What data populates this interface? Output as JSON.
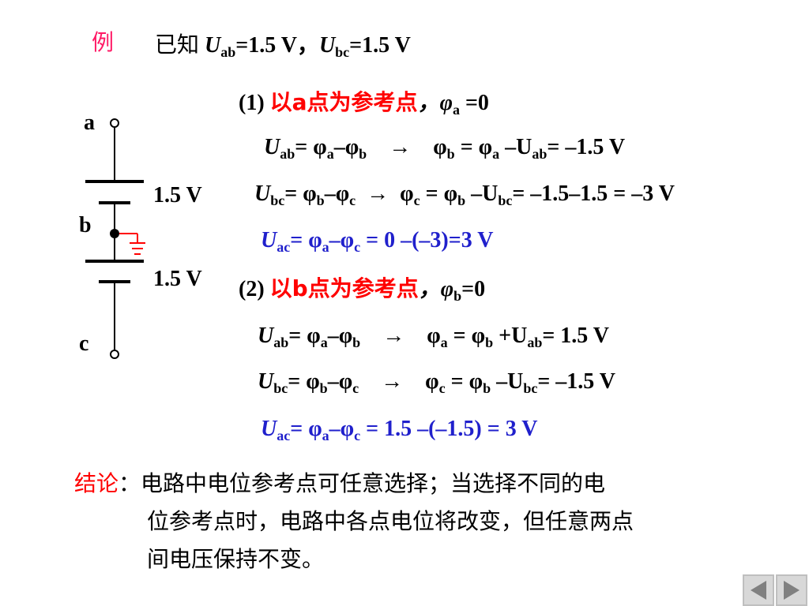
{
  "example_label": "例",
  "given": {
    "prefix": "已知",
    "U": "U",
    "ab": "ab",
    "v1": "=1.5 V，",
    "bc": "bc",
    "v2": "=1.5 V"
  },
  "circuit": {
    "node_a": "a",
    "node_b": "b",
    "node_c": "c",
    "v_top": "1.5 V",
    "v_bottom": "1.5 V"
  },
  "case1": {
    "num": "(1)",
    "title": "以a点为参考点",
    "cond": "，φ",
    "cond_sub": "a",
    "cond_val": " =0",
    "l1": [
      "U",
      "ab",
      "= φ",
      "a",
      "–φ",
      "b",
      "    →    φ",
      "b",
      " = φ",
      "a",
      " –U",
      "ab",
      "= –1.5 V"
    ],
    "l2": [
      "U",
      "bc",
      "= φ",
      "b",
      "–φ",
      "c",
      "  →  φ",
      "c",
      " = φ",
      "b",
      " –U",
      "bc",
      "= –1.5–1.5 = –3 V"
    ],
    "l3": [
      "U",
      "ac",
      "= φ",
      "a",
      "–φ",
      "c",
      " = 0 –(–3)=3 V"
    ]
  },
  "case2": {
    "num": "(2)",
    "title": "以b点为参考点",
    "cond": "，φ",
    "cond_sub": "b",
    "cond_val": "=0",
    "l1": [
      "U",
      "ab",
      "= φ",
      "a",
      "–φ",
      "b",
      "    →    φ",
      "a",
      " = φ",
      "b",
      " +U",
      "ab",
      "= 1.5 V"
    ],
    "l2": [
      "U",
      "bc",
      "= φ",
      "b",
      "–φ",
      "c",
      "    →    φ",
      "c",
      " = φ",
      "b",
      " –U",
      "bc",
      "= –1.5 V"
    ],
    "l3": [
      "U",
      "ac",
      "= φ",
      "a",
      "–φ",
      "c",
      " = 1.5 –(–1.5) = 3 V"
    ]
  },
  "conclusion": {
    "label": "结论",
    "colon": "：",
    "line1": "电路中电位参考点可任意选择；当选择不同的电",
    "line2": "位参考点时，电路中各点电位将改变，但任意两点",
    "line3": "间电压保持不变。"
  },
  "nav": {
    "prev_icon": "triangle-left-icon",
    "next_icon": "triangle-right-icon"
  },
  "colors": {
    "red": "#ff0000",
    "blue": "#2020cc",
    "pink": "#ff1a66"
  }
}
